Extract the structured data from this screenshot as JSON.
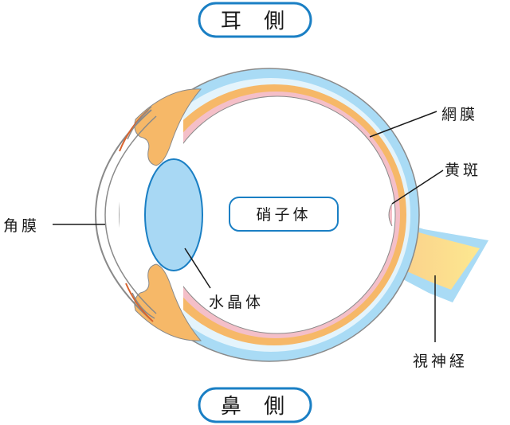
{
  "header": {
    "top_label": "耳 側",
    "bottom_label": "鼻 側"
  },
  "labels": {
    "cornea": "角膜",
    "retina": "網膜",
    "macula": "黄斑",
    "vitreous": "硝子体",
    "lens": "水晶体",
    "optic_nerve": "視神経"
  },
  "colors": {
    "pill_border": "#1a7fc4",
    "sclera_blue": "#a9dbf5",
    "choroid_orange": "#f6b868",
    "retina_pink": "#f2b4c0",
    "lens_blue": "#a8d8f4",
    "nerve_yellow": "#fde08a",
    "outline_gray": "#8a8a8a",
    "eyelash_red": "#d8632e"
  }
}
